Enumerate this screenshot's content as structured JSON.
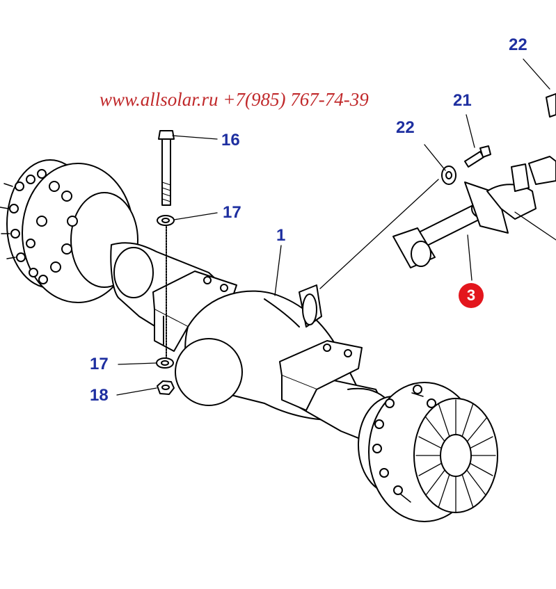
{
  "watermark": "www.allsolar.ru +7(985) 767-74-39",
  "callouts": {
    "c22_top": "22",
    "c21": "21",
    "c22_mid": "22",
    "c16": "16",
    "c17_upper": "17",
    "c1": "1",
    "c3": "3",
    "c17_lower": "17",
    "c18": "18"
  },
  "colors": {
    "callout_text": "#1e2fa0",
    "highlight_badge": "#e3161d",
    "watermark": "#c0282a",
    "line_art": "#000000"
  }
}
